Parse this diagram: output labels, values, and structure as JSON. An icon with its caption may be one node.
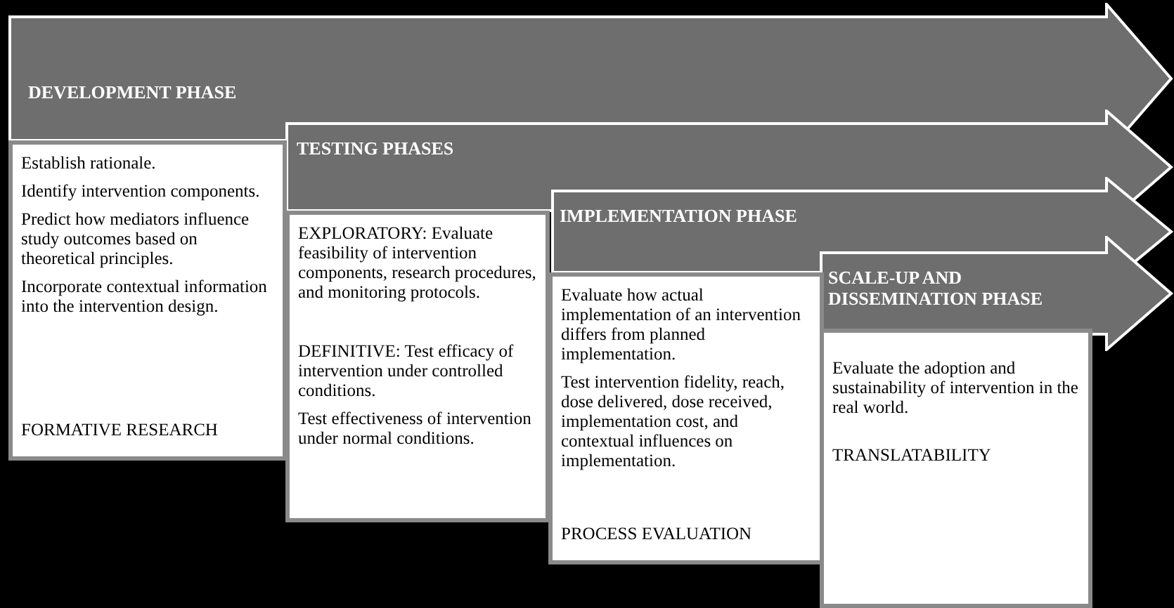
{
  "diagram": {
    "nodes": [
      {
        "text": [
          "DEVELOPMENT PHASE"
        ]
      },
      {
        "text": [
          "TESTING PHASES"
        ]
      },
      {
        "text": [
          "IMPLEMENTATION PHASE"
        ]
      },
      {
        "text": [
          "SCALE-UP AND DISSEMINATION PHASE"
        ]
      },
      {
        "text": [
          "Establish rationale.",
          "Identify intervention components.",
          "Predict how mediators influence study outcomes based on theoretical principles.",
          "Incorporate contextual information into the intervention design.",
          "FORMATIVE RESEARCH"
        ]
      },
      {
        "text": [
          "EXPLORATORY: Evaluate feasibility of intervention components, research procedures, and monitoring protocols.",
          "DEFINITIVE: Test efficacy of intervention under controlled conditions.",
          "Test effectiveness of intervention under normal conditions."
        ]
      },
      {
        "text": [
          "Evaluate how actual implementation of an intervention differs from planned implementation.",
          "Test intervention fidelity, reach, dose delivered, dose received, implementation cost, and contextual influences on implementation.",
          "PROCESS EVALUATION"
        ]
      },
      {
        "text": [
          "Evaluate the adoption and sustainability of intervention in the real world.",
          "TRANSLATABILITY"
        ]
      }
    ]
  }
}
